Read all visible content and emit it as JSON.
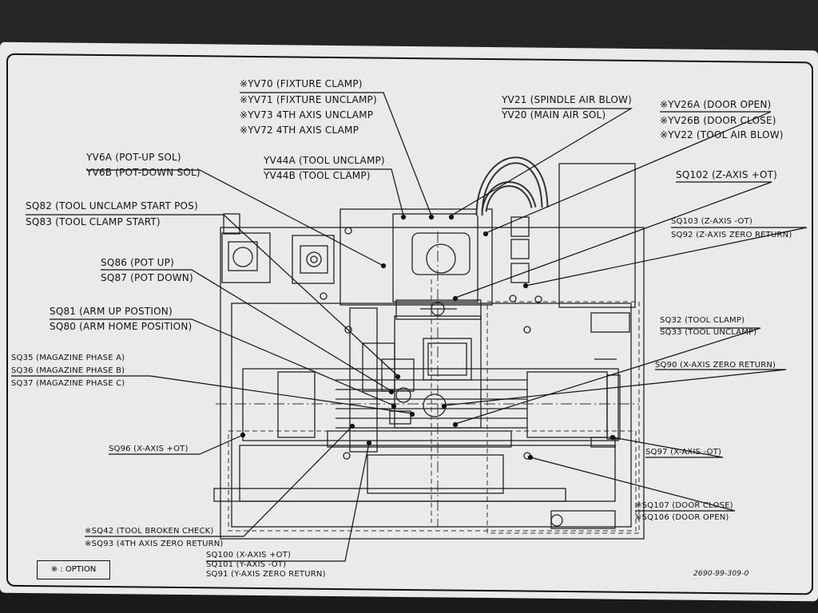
{
  "labels": {
    "yv70": "※YV70 (FIXTURE CLAMP)",
    "yv71": "※YV71 (FIXTURE UNCLAMP)",
    "yv73": "※YV73 4TH AXIS UNCLAMP",
    "yv72": "※YV72 4TH AXIS CLAMP",
    "yv21": "YV21 (SPINDLE AIR BLOW)",
    "yv20": "YV20 (MAIN AIR SOL)",
    "yv26a": "※YV26A (DOOR OPEN)",
    "yv26b": "※YV26B (DOOR CLOSE)",
    "yv22": "※YV22 (TOOL AIR BLOW)",
    "yv6a": "YV6A (POT-UP SOL)",
    "yv6b": "YV6B (POT-DOWN SOL)",
    "yv44a": "YV44A (TOOL UNCLAMP)",
    "yv44b": "YV44B (TOOL CLAMP)",
    "sq102": "SQ102 (Z-AXIS +OT)",
    "sq82": "SQ82 (TOOL UNCLAMP START POS)",
    "sq83": "SQ83 (TOOL CLAMP START)",
    "sq103": "SQ103 (Z-AXIS -OT)",
    "sq92": "SQ92 (Z-AXIS  ZERO RETURN)",
    "sq86": "SQ86 (POT UP)",
    "sq87": "SQ87 (POT DOWN)",
    "sq81": "SQ81 (ARM UP POSTION)",
    "sq80": "SQ80 (ARM HOME POSITION)",
    "sq32": "SQ32 (TOOL CLAMP)",
    "sq33": "SQ33 (TOOL UNCLAMP)",
    "sq35": "SQ35 (MAGAZINE PHASE A)",
    "sq36": "SQ36 (MAGAZINE PHASE B)",
    "sq37": "SQ37 (MAGAZINE PHASE C)",
    "sq90": "SQ90 (X-AXIS  ZERO RETURN)",
    "sq96": "SQ96 (X-AXIS +OT)",
    "sq97": "SQ97 (X-AXIS -OT)",
    "sq107": "※SQ107 (DOOR CLOSE)",
    "sq106": "※SQ106 (DOOR OPEN)",
    "sq42": "※SQ42 (TOOL BROKEN CHECK)",
    "sq93": "※SQ93 (4TH AXIS ZERO RETURN)",
    "sq100": "SQ100 (X-AXIS +OT)",
    "sq101": "SQ101 (Y-AXIS -OT)",
    "sq91": "SQ91 (Y-AXIS ZERO RETURN)"
  },
  "legend": "※ : OPTION",
  "part_number": "2690-99-309-0",
  "colors": {
    "plate": "#e9ebe9",
    "ink": "#111111",
    "background": "#1c1c1e"
  }
}
